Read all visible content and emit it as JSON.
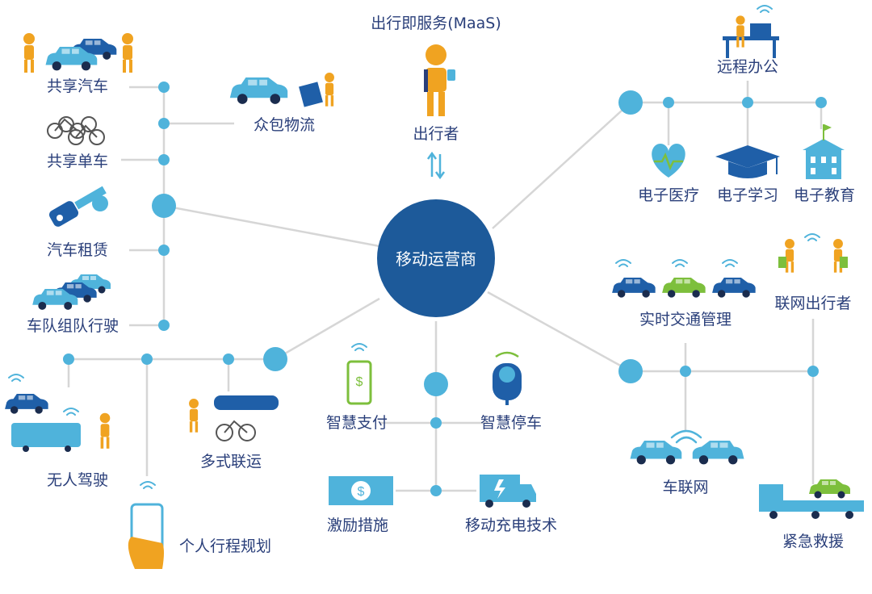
{
  "title": "出行即服务(MaaS)",
  "center": "移动运营商",
  "traveler": {
    "label": "出行者"
  },
  "left_branch": {
    "shared_car": "共享汽车",
    "shared_bike": "共享单车",
    "car_rental": "汽车租赁",
    "platooning": "车队组队行驶",
    "crowd_logistics": "众包物流"
  },
  "top_right_branch": {
    "remote_work": "远程办公",
    "e_health": "电子医疗",
    "e_learning": "电子学习",
    "e_education": "电子教育"
  },
  "bottom_left_branch": {
    "autonomous": "无人驾驶",
    "multimodal": "多式联运",
    "trip_planning": "个人行程规划"
  },
  "bottom_center_branch": {
    "smart_payment": "智慧支付",
    "smart_parking": "智慧停车",
    "incentives": "激励措施",
    "mobile_charging": "移动充电技术"
  },
  "bottom_right_branch": {
    "realtime_traffic": "实时交通管理",
    "connected_traveler": "联网出行者",
    "v2x": "车联网",
    "emergency_rescue": "紧急救援"
  },
  "colors": {
    "hub": "#1d5a9a",
    "node": "#4fb3db",
    "line": "#d6d6d6",
    "text": "#2a3f7a",
    "icon_blue": "#3d8fc8",
    "icon_navy": "#1f5fa8",
    "person": "#f0a321",
    "green": "#7dbf3c"
  },
  "icons": [
    "person-phone-icon",
    "double-arrow-icon",
    "car-icon",
    "bike-icon",
    "key-icon",
    "truck-icon",
    "laptop-desk-icon",
    "heart-pulse-icon",
    "graduation-cap-icon",
    "school-building-icon",
    "smartphone-icon",
    "parking-meter-icon",
    "dollar-bill-icon",
    "charging-truck-icon",
    "wifi-icon",
    "bus-icon",
    "tow-truck-icon"
  ]
}
